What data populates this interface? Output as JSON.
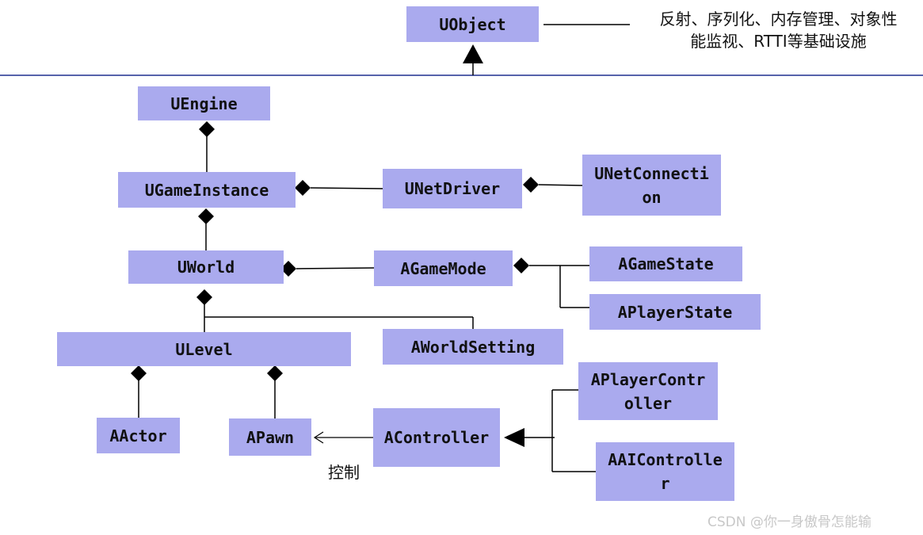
{
  "classes": {
    "uobject": "UObject",
    "uengine": "UEngine",
    "ugameinstance": "UGameInstance",
    "unetdriver": "UNetDriver",
    "unetconnection": "UNetConnection",
    "uworld": "UWorld",
    "agamemode": "AGameMode",
    "agamestate": "AGameState",
    "aplayerstate": "APlayerState",
    "ulevel": "ULevel",
    "aworldsetting": "AWorldSetting",
    "aactor": "AActor",
    "apawn": "APawn",
    "acontroller": "AController",
    "aplayercontroller": "APlayerController",
    "aaicontroller": "AAIController"
  },
  "notes": {
    "uobject_desc_line1": "反射、序列化、内存管理、对象性",
    "uobject_desc_line2": "能监视、RTTI等基础设施",
    "control_label": "控制"
  },
  "watermark": "CSDN @你一身傲骨怎能输",
  "colors": {
    "box_fill": "#aaaaee",
    "line": "#000000",
    "separator": "#1f2f8f",
    "watermark": "#c8c8c8"
  }
}
